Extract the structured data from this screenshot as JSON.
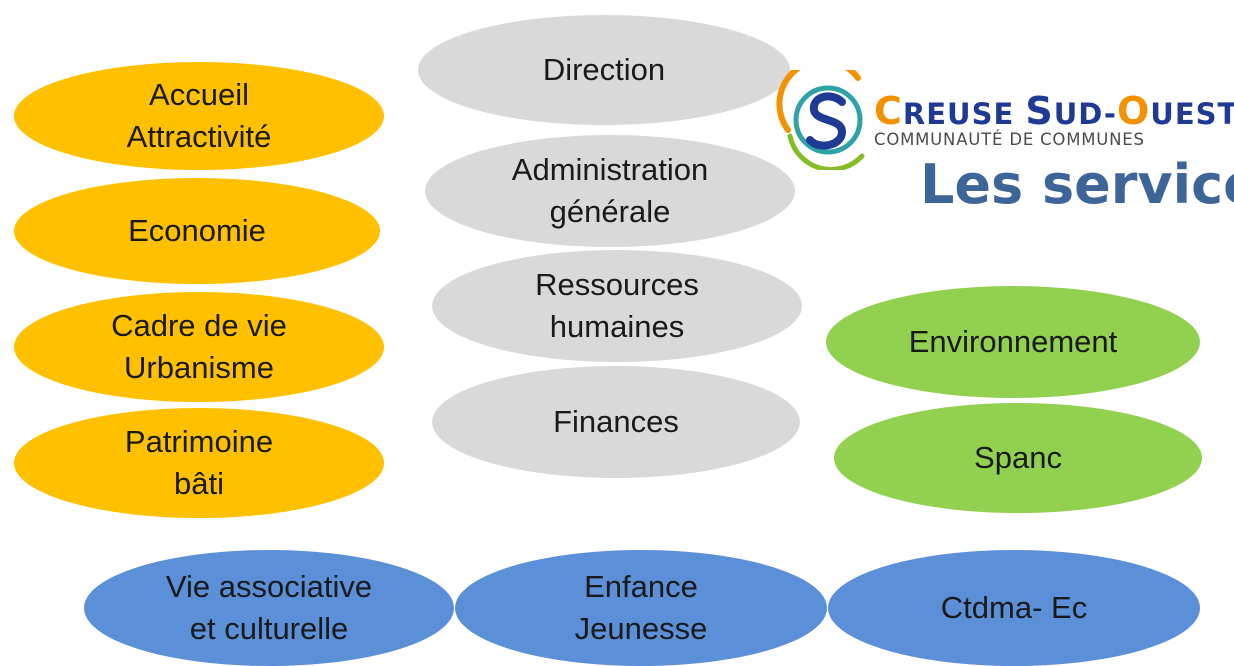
{
  "header": {
    "brand_name": {
      "part1_initial": "C",
      "part1_rest": "REUSE ",
      "part2_initial": "S",
      "part2_rest": "UD-",
      "part3_initial": "O",
      "part3_rest": "UEST"
    },
    "brand_subtitle": "COMMUNAUTÉ DE COMMUNES",
    "title": "Les services",
    "logo_icon": "creuse-sud-ouest-logo"
  },
  "colors": {
    "yellow": "#ffc000",
    "gray": "#d9d9d9",
    "green": "#92d050",
    "blue": "#5b8fd7",
    "title": "#3d6597",
    "brand_orange": "#f39200",
    "brand_blue": "#1f3a93",
    "brand_teal": "#2fa2a6"
  },
  "services": {
    "left": [
      {
        "lines": [
          "Accueil",
          "Attractivité"
        ]
      },
      {
        "lines": [
          "Economie"
        ]
      },
      {
        "lines": [
          "Cadre de vie",
          "Urbanisme"
        ]
      },
      {
        "lines": [
          "Patrimoine",
          "bâti"
        ]
      }
    ],
    "center": [
      {
        "lines": [
          "Direction"
        ]
      },
      {
        "lines": [
          "Administration",
          "générale"
        ]
      },
      {
        "lines": [
          "Ressources",
          "humaines"
        ]
      },
      {
        "lines": [
          "Finances"
        ]
      }
    ],
    "right": [
      {
        "lines": [
          "Environnement"
        ]
      },
      {
        "lines": [
          "Spanc"
        ]
      }
    ],
    "bottom": [
      {
        "lines": [
          "Vie associative",
          "et culturelle"
        ]
      },
      {
        "lines": [
          "Enfance",
          "Jeunesse"
        ]
      },
      {
        "lines": [
          "Ctdma- Ec"
        ]
      }
    ]
  }
}
